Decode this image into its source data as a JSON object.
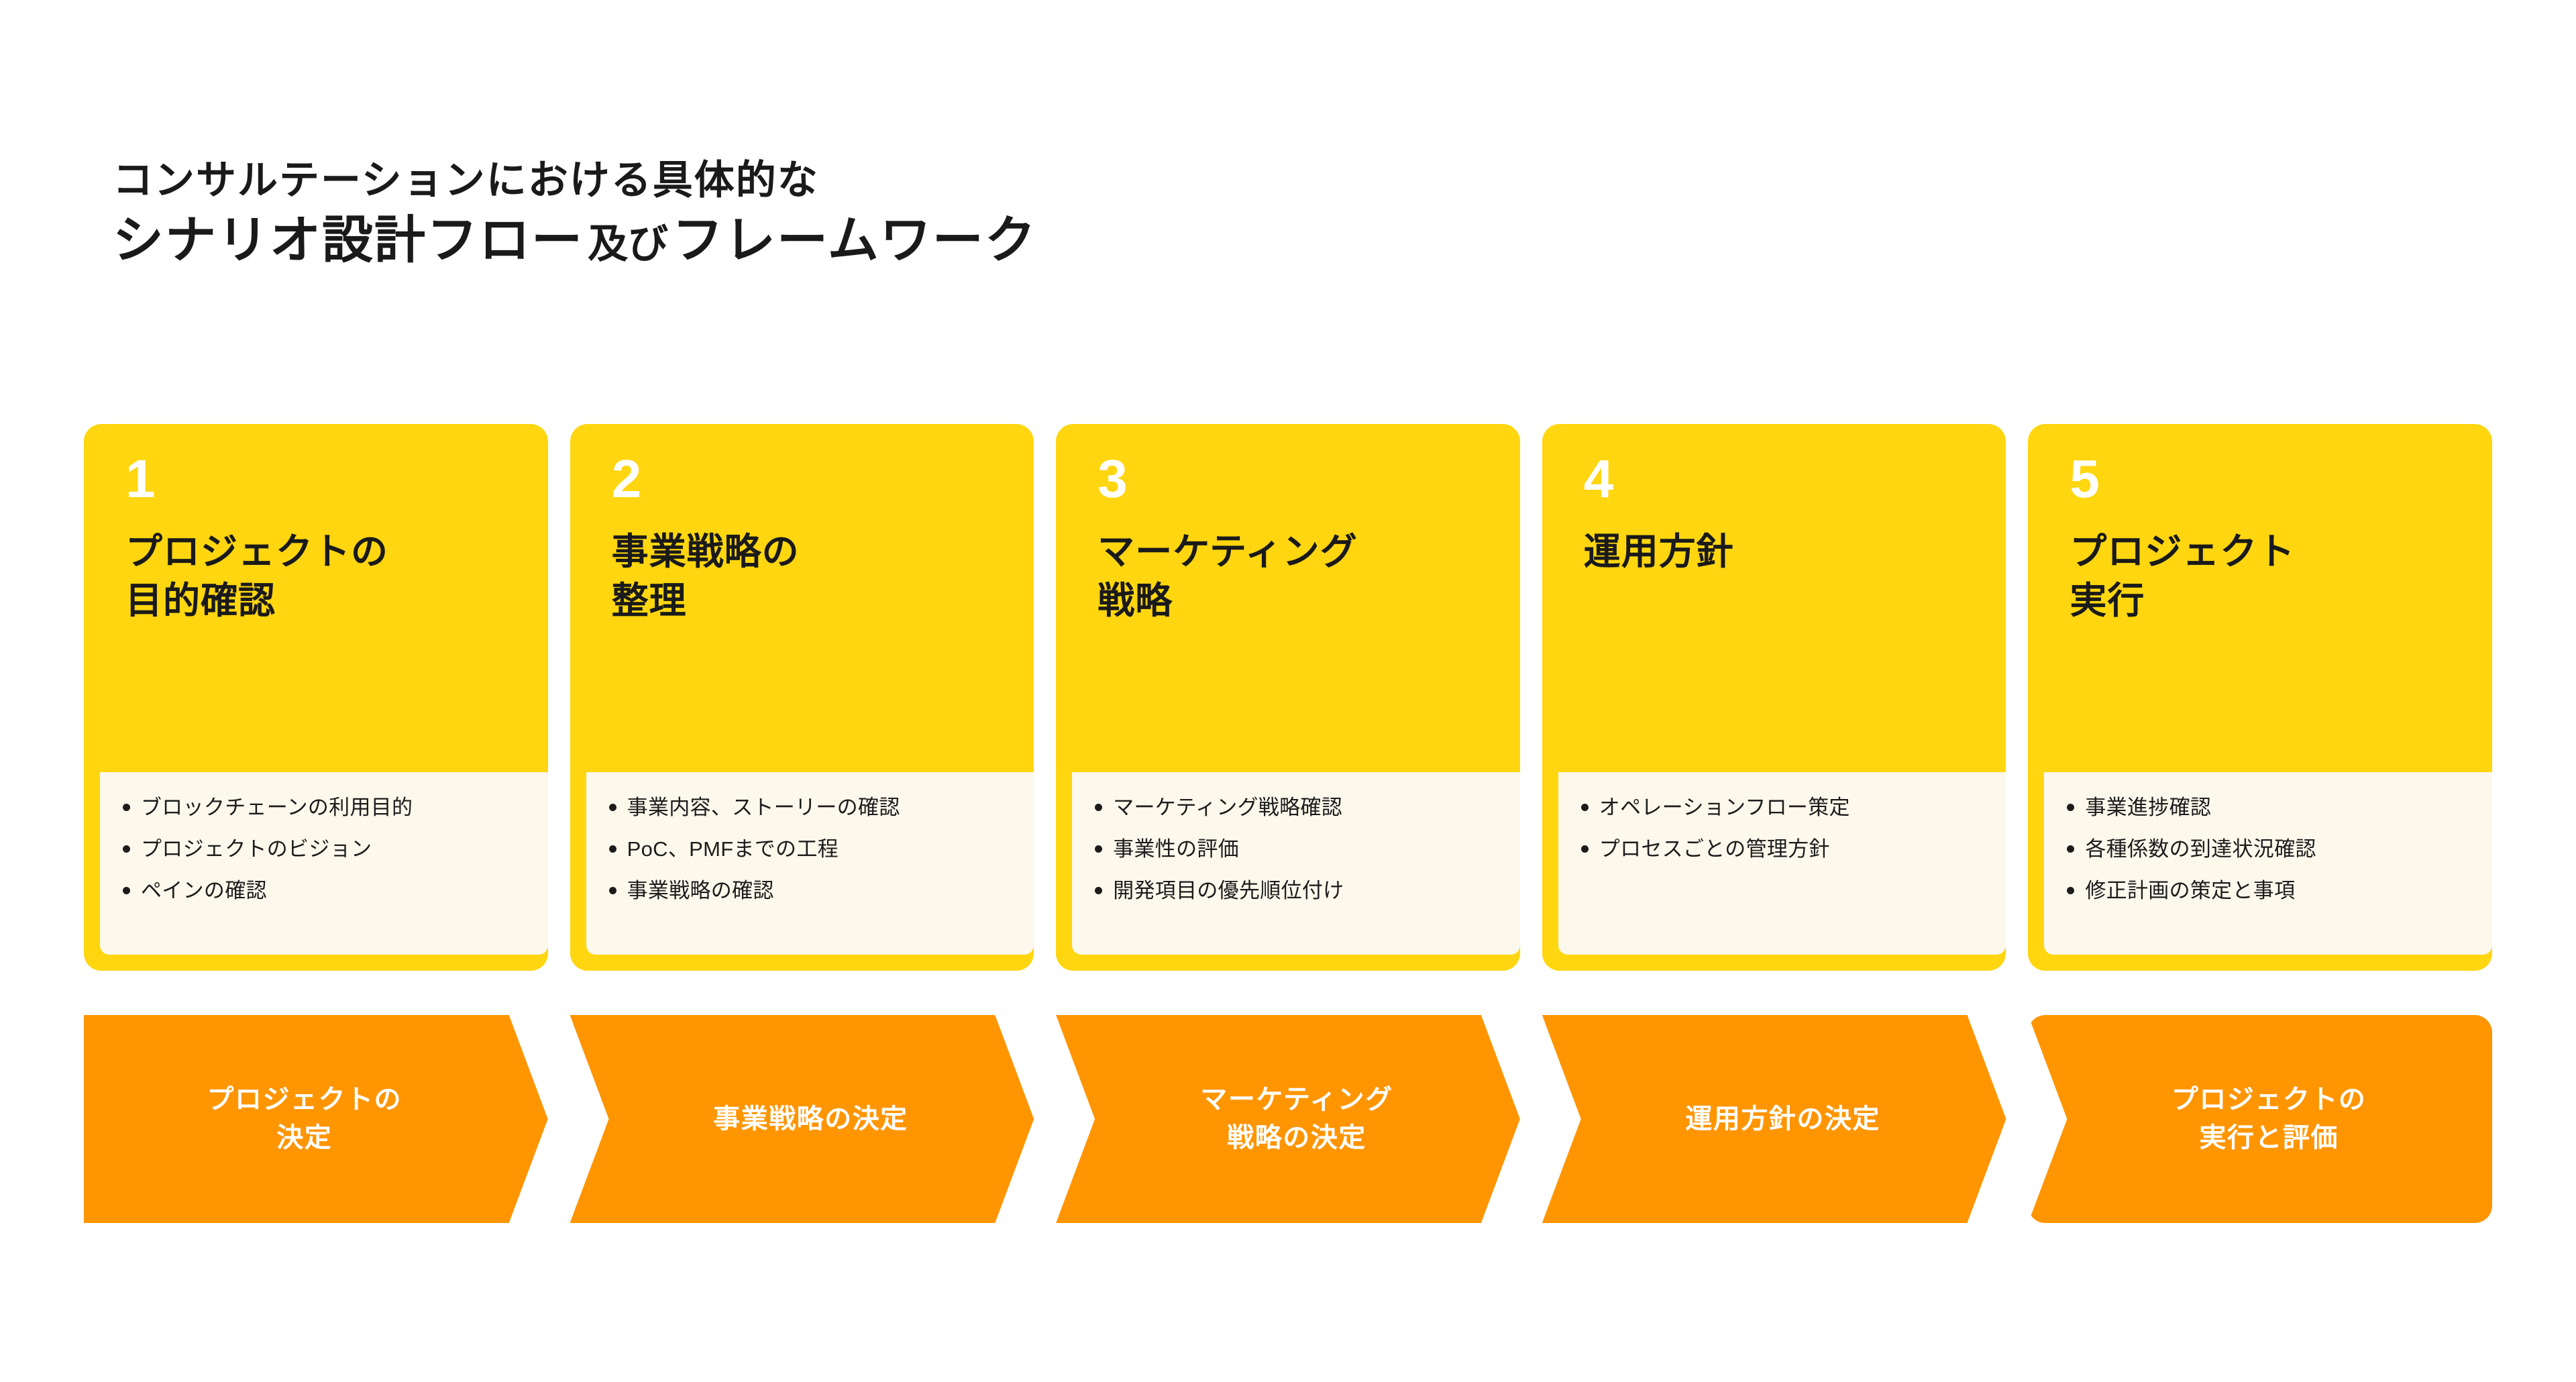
{
  "heading": {
    "line1": "コンサルテーションにおける具体的な",
    "line2_part1": "シナリオ設計フロー",
    "line2_conj": "及び",
    "line2_part2": "フレームワーク"
  },
  "colors": {
    "card_yellow": "#FFD60F",
    "bullet_panel_cream": "#FDF8EC",
    "chevron_orange": "#FF9500",
    "text_dark": "#1A1A1A",
    "text_white": "#FFFFFF",
    "background": "#FFFFFF"
  },
  "steps": [
    {
      "number": "1",
      "title": "プロジェクトの\n目的確認",
      "bullets": [
        "ブロックチェーンの利用目的",
        "プロジェクトのビジョン",
        "ペインの確認"
      ]
    },
    {
      "number": "2",
      "title": "事業戦略の\n整理",
      "bullets": [
        "事業内容、ストーリーの確認",
        "PoC、PMFまでの工程",
        "事業戦略の確認"
      ]
    },
    {
      "number": "3",
      "title": "マーケティング\n戦略",
      "bullets": [
        "マーケティング戦略確認",
        "事業性の評価",
        "開発項目の優先順位付け"
      ]
    },
    {
      "number": "4",
      "title": "運用方針",
      "bullets": [
        "オペレーションフロー策定",
        "プロセスごとの管理方針"
      ]
    },
    {
      "number": "5",
      "title": "プロジェクト\n実行",
      "bullets": [
        "事業進捗確認",
        "各種係数の到達状況確認",
        "修正計画の策定と事項"
      ]
    }
  ],
  "outcomes": [
    {
      "label": "プロジェクトの\n決定"
    },
    {
      "label": "事業戦略の決定"
    },
    {
      "label": "マーケティング\n戦略の決定"
    },
    {
      "label": "運用方針の決定"
    },
    {
      "label": "プロジェクトの\n実行と評価"
    }
  ]
}
